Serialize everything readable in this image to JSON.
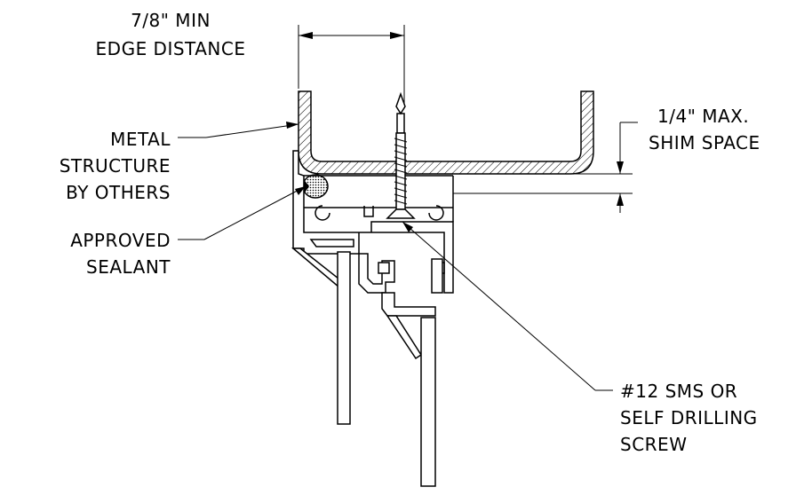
{
  "labels": {
    "edge_distance": [
      "7/8\" MIN",
      "EDGE DISTANCE"
    ],
    "shim_space": [
      "1/4\" MAX.",
      "SHIM SPACE"
    ],
    "metal_structure": [
      "METAL",
      "STRUCTURE",
      "BY OTHERS"
    ],
    "sealant": [
      "APPROVED",
      "SEALANT"
    ],
    "screw": [
      "#12 SMS OR",
      "SELF DRILLING",
      "SCREW"
    ]
  }
}
